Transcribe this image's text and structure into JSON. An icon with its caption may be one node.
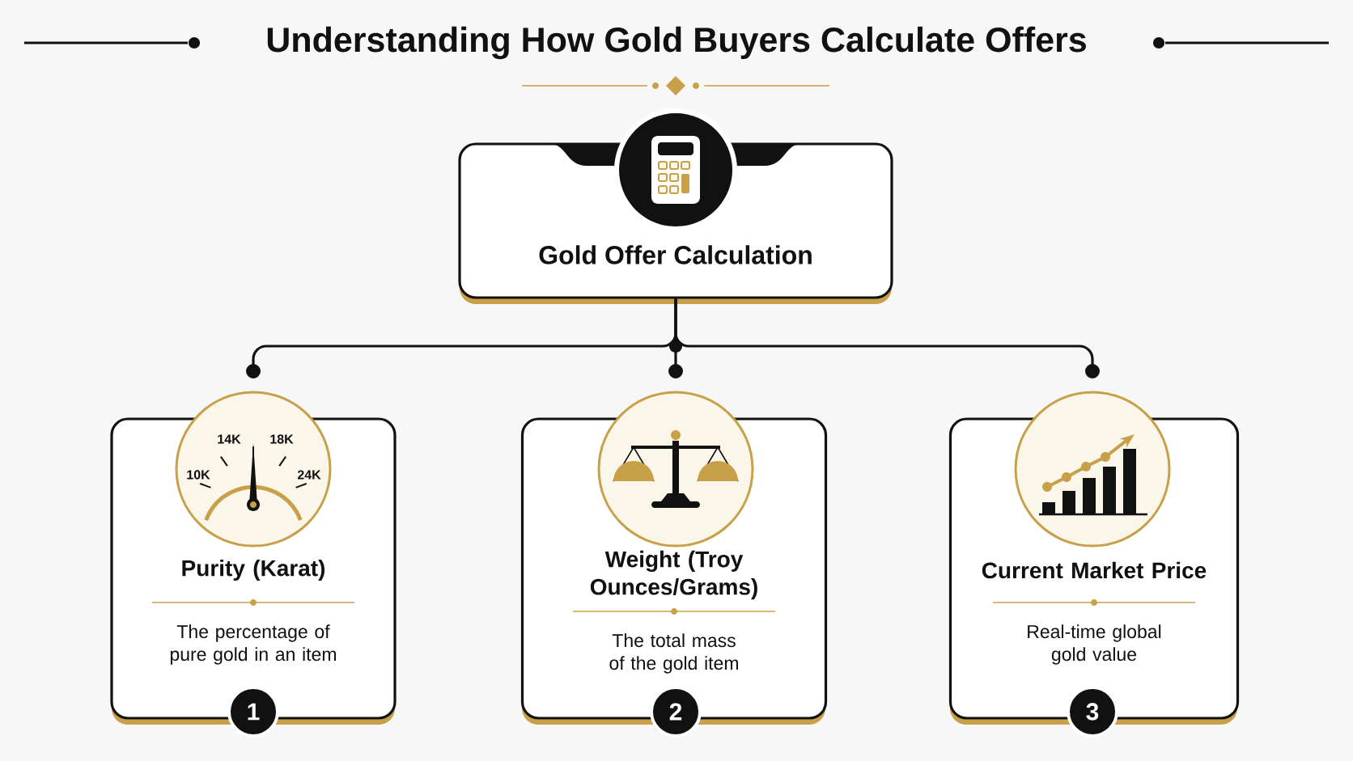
{
  "diagram": {
    "title": "Understanding How Gold Buyers Calculate Offers",
    "nodes": [
      {
        "text": [
          "Gold Offer Calculation"
        ]
      },
      {
        "text": [
          "Purity (Karat)",
          "The percentage of pure gold in an item"
        ]
      },
      {
        "text": [
          "Weight (Troy Ounces/Grams)",
          "The total mass of the gold item"
        ]
      },
      {
        "text": [
          "Current Market Price",
          "Real-time global gold value"
        ]
      },
      {
        "text": [
          "1"
        ],
        "in": 1
      },
      {
        "text": [
          "2"
        ],
        "in": 2
      },
      {
        "text": [
          "3"
        ],
        "in": 3
      }
    ],
    "edges": [
      {
        "from": 0,
        "to": 1,
        "arrow": "other"
      },
      {
        "from": 0,
        "to": 2,
        "arrow": "other"
      },
      {
        "from": 0,
        "to": 3,
        "arrow": "other"
      }
    ],
    "labels": [
      "14K",
      "18K",
      "10K",
      "24K"
    ]
  }
}
